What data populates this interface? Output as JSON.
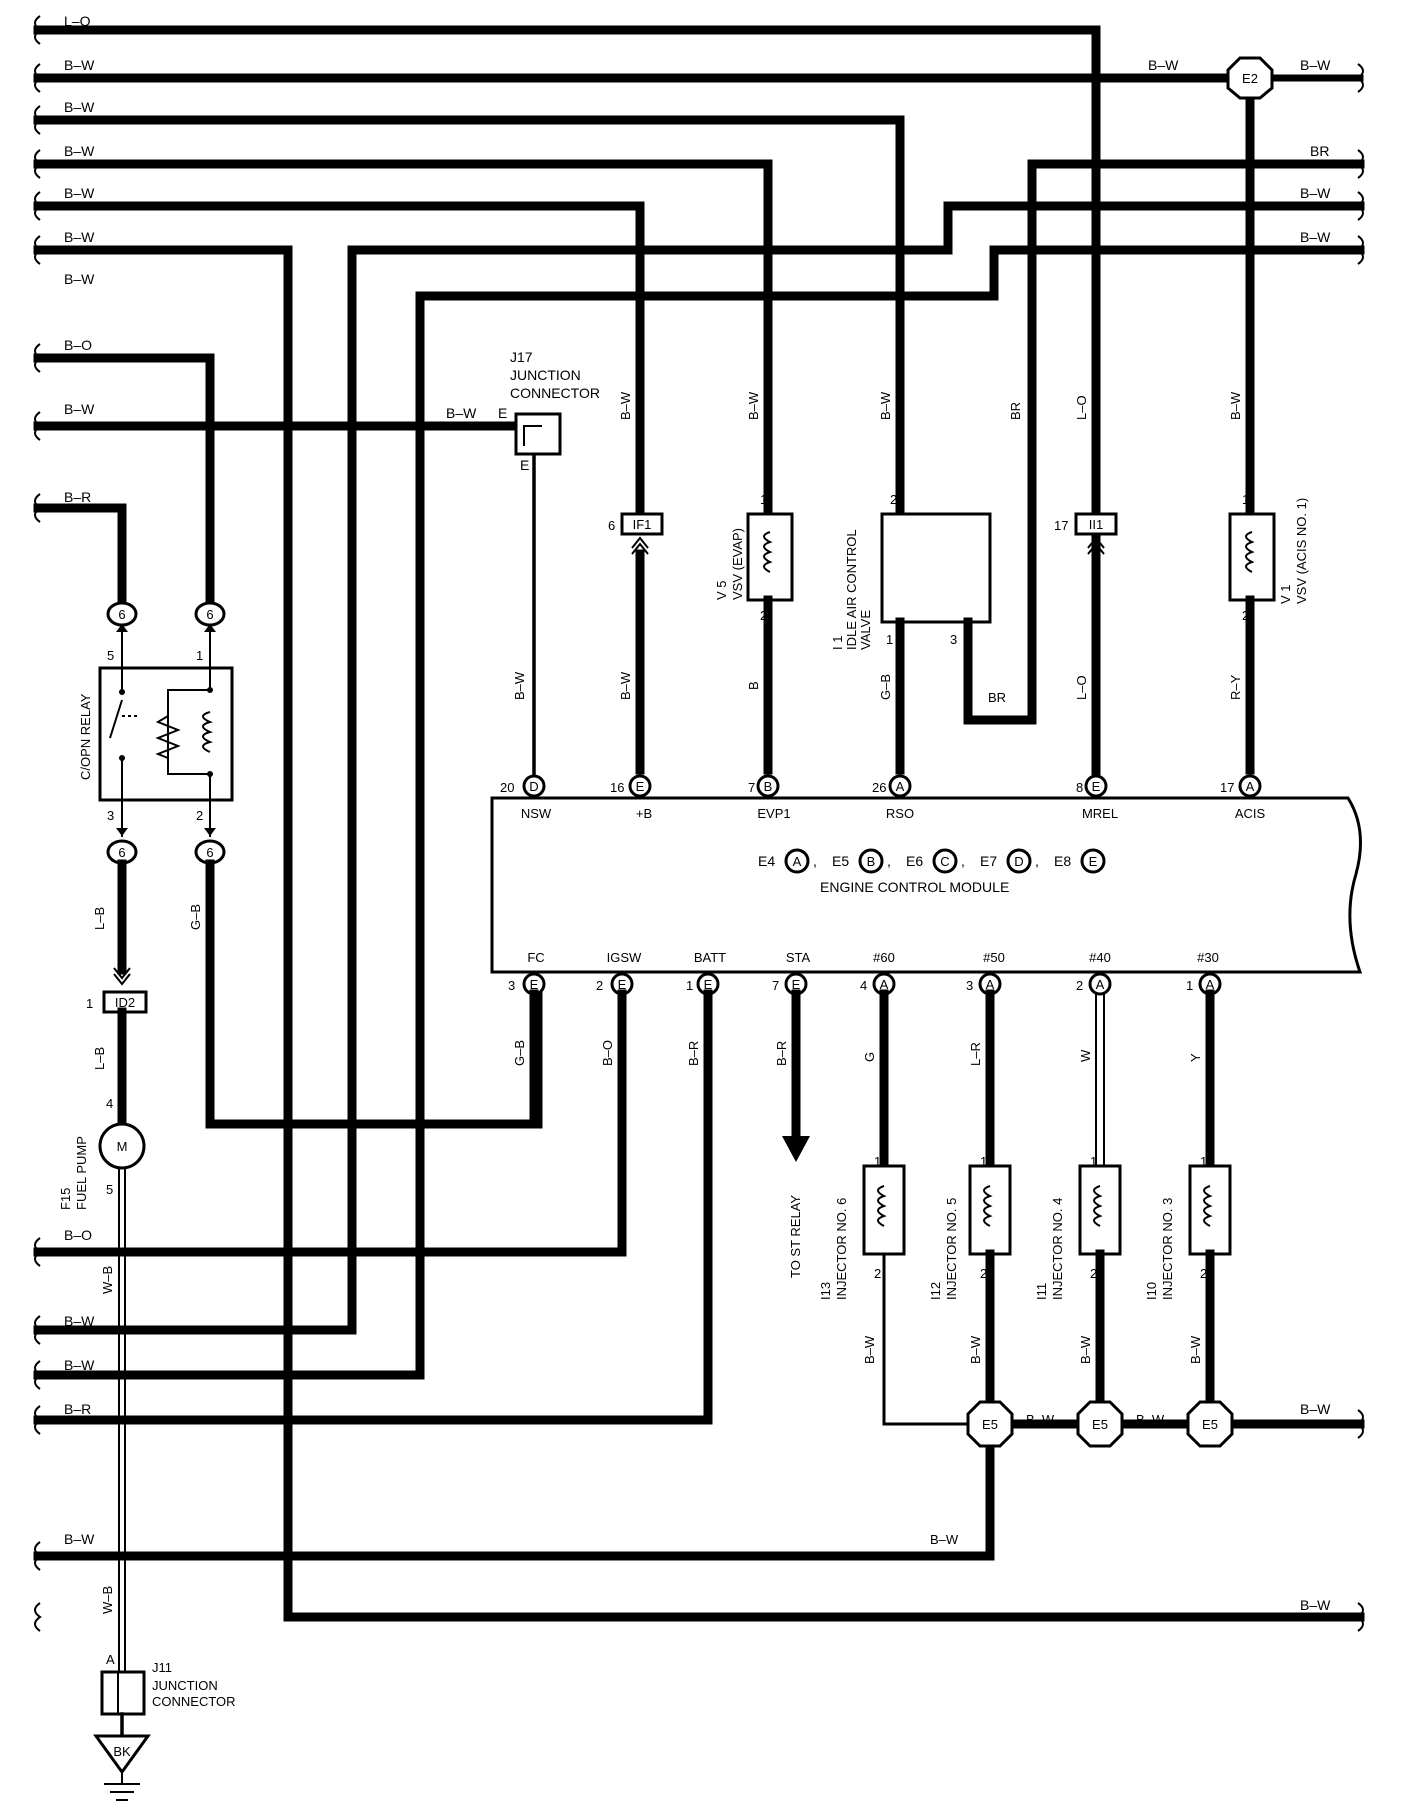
{
  "left_wires": [
    "L–O",
    "B–W",
    "B–W",
    "B–W",
    "B–W",
    "B–W",
    "B–W",
    "B–O",
    "B–W",
    "B–R",
    "B–O",
    "B–W",
    "B–W",
    "B–R",
    "B–W"
  ],
  "right_wires": [
    "B–W",
    "B–W",
    "BR",
    "B–W",
    "B–W",
    "B–W",
    "B–W"
  ],
  "splices": {
    "e2": "E2",
    "e5": "E5"
  },
  "j17": {
    "id": "J17",
    "name1": "JUNCTION",
    "name2": "CONNECTOR",
    "wire": "B–W",
    "pin_in": "E",
    "pin_out": "E"
  },
  "j11": {
    "id": "J11",
    "name1": "JUNCTION",
    "name2": "CONNECTOR",
    "pin": "A",
    "ground": "BK"
  },
  "ecm": {
    "name": "ENGINE CONTROL MODULE",
    "connectors": [
      "E4",
      "E5",
      "E6",
      "E7",
      "E8"
    ],
    "connector_letters": [
      "A",
      "B",
      "C",
      "D",
      "E"
    ],
    "top_pins": [
      {
        "no": "20",
        "conn": "D",
        "name": "NSW",
        "wire": "B–W"
      },
      {
        "no": "16",
        "conn": "E",
        "name": "+B",
        "wire": "B–W"
      },
      {
        "no": "7",
        "conn": "B",
        "name": "EVP1",
        "wire": "B"
      },
      {
        "no": "26",
        "conn": "A",
        "name": "RSO",
        "wire": "G–B"
      },
      {
        "no": "8",
        "conn": "E",
        "name": "MREL",
        "wire": "L–O"
      },
      {
        "no": "17",
        "conn": "A",
        "name": "ACIS",
        "wire": "R–Y"
      }
    ],
    "bottom_pins": [
      {
        "no": "3",
        "conn": "E",
        "name": "FC",
        "wire": "G–B"
      },
      {
        "no": "2",
        "conn": "E",
        "name": "IGSW",
        "wire": "B–O"
      },
      {
        "no": "1",
        "conn": "E",
        "name": "BATT",
        "wire": "B–R"
      },
      {
        "no": "7",
        "conn": "E",
        "name": "STA",
        "wire": "B–R"
      },
      {
        "no": "4",
        "conn": "A",
        "name": "#60",
        "wire": "G"
      },
      {
        "no": "3",
        "conn": "A",
        "name": "#50",
        "wire": "L–R"
      },
      {
        "no": "2",
        "conn": "A",
        "name": "#40",
        "wire": "W"
      },
      {
        "no": "1",
        "conn": "A",
        "name": "#30",
        "wire": "Y"
      }
    ]
  },
  "upper_wires": {
    "bw": "B–W",
    "br": "BR",
    "lo": "L–O"
  },
  "connectors": {
    "if1": "IF1",
    "if1_pin": "6",
    "ii1": "II1",
    "ii1_pin": "17",
    "id2": "ID2",
    "id2_pin": "1",
    "relay_conn": "6"
  },
  "components": {
    "v5": {
      "id": "V 5",
      "name": "VSV (EVAP)"
    },
    "v1": {
      "id": "V 1",
      "name": "VSV (ACIS NO. 1)"
    },
    "i1": {
      "id": "I 1",
      "name1": "IDLE AIR CONTROL",
      "name2": "VALVE"
    },
    "relay": {
      "name": "C/OPN RELAY"
    },
    "pump": {
      "id": "F15",
      "name": "FUEL PUMP",
      "symbol": "M"
    },
    "i13": {
      "id": "I13",
      "name": "INJECTOR NO. 6"
    },
    "i12": {
      "id": "I12",
      "name": "INJECTOR NO. 5"
    },
    "i11": {
      "id": "I11",
      "name": "INJECTOR NO. 4"
    },
    "i10": {
      "id": "I10",
      "name": "INJECTOR NO. 3"
    }
  },
  "wire_labels": {
    "relay_out_left": "L–B",
    "relay_out_right": "G–B",
    "pump_wire": "W–B",
    "st_relay": "TO ST RELAY"
  },
  "pin_numbers": {
    "one": "1",
    "two": "2",
    "three": "3",
    "four": "4",
    "five": "5"
  }
}
